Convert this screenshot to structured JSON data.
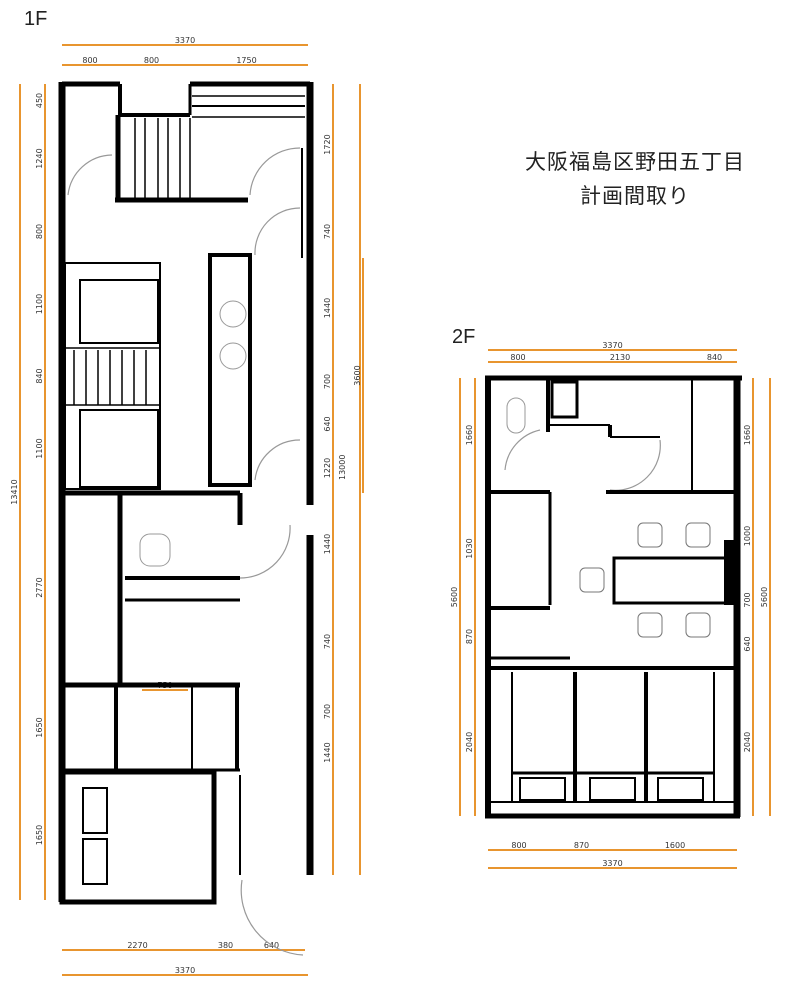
{
  "title": {
    "line1": "大阪福島区野田五丁目",
    "line2": "計画間取り"
  },
  "floor1": {
    "label": "1F",
    "top_dims": {
      "total": "3370",
      "parts": [
        "800",
        "800",
        "1750"
      ]
    },
    "bottom_dims": {
      "total": "3370",
      "parts": [
        "2270",
        "380",
        "640"
      ]
    },
    "left_dims": {
      "total": "13410",
      "parts": [
        "450",
        "1240",
        "800",
        "1100",
        "840",
        "1100",
        "2770",
        "1650",
        "1650"
      ]
    },
    "right_dims": {
      "total": "13000",
      "parts": [
        "1720",
        "740",
        "1440",
        "700",
        "640",
        "1220",
        "1440",
        "740",
        "700",
        "1440"
      ],
      "sub_total": "3600"
    },
    "inner_dim": "750"
  },
  "floor2": {
    "label": "2F",
    "top_dims": {
      "total": "3370",
      "parts": [
        "800",
        "2130",
        "840"
      ]
    },
    "bottom_dims": {
      "total": "3370",
      "parts": [
        "800",
        "870",
        "1600"
      ]
    },
    "left_dims": {
      "total": "5600",
      "parts": [
        "1660",
        "1030",
        "870",
        "2040"
      ]
    },
    "right_dims": {
      "total": "5600",
      "parts": [
        "1660",
        "1000",
        "700",
        "640",
        "2040"
      ]
    }
  },
  "colors": {
    "wall": "#000000",
    "dimension": "#e8952f",
    "door_arc": "#999999"
  }
}
